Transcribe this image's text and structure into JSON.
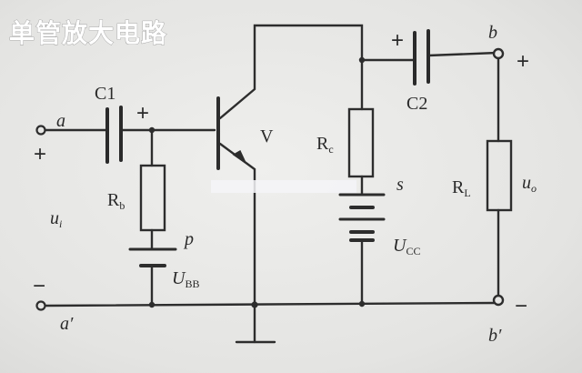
{
  "title": "单管放大电路",
  "labels": {
    "node_a": "a",
    "node_a_prime": "a′",
    "node_b": "b",
    "node_b_prime": "b′",
    "c1": "C1",
    "c2": "C2",
    "transistor": "V",
    "rb_main": "R",
    "rb_sub": "b",
    "rc_main": "R",
    "rc_sub": "c",
    "rl_main": "R",
    "rl_sub": "L",
    "ui_main": "u",
    "ui_sub": "i",
    "uo_main": "u",
    "uo_sub": "o",
    "ubb_main": "U",
    "ubb_sub": "BB",
    "ucc_main": "U",
    "ucc_sub": "CC",
    "p": "p",
    "s": "s"
  },
  "signs": {
    "plus": "+",
    "minus": "−"
  },
  "colors": {
    "ink": "#2d2d2d",
    "paper": "#e6e6e4",
    "title_fill": "#ffffff"
  }
}
